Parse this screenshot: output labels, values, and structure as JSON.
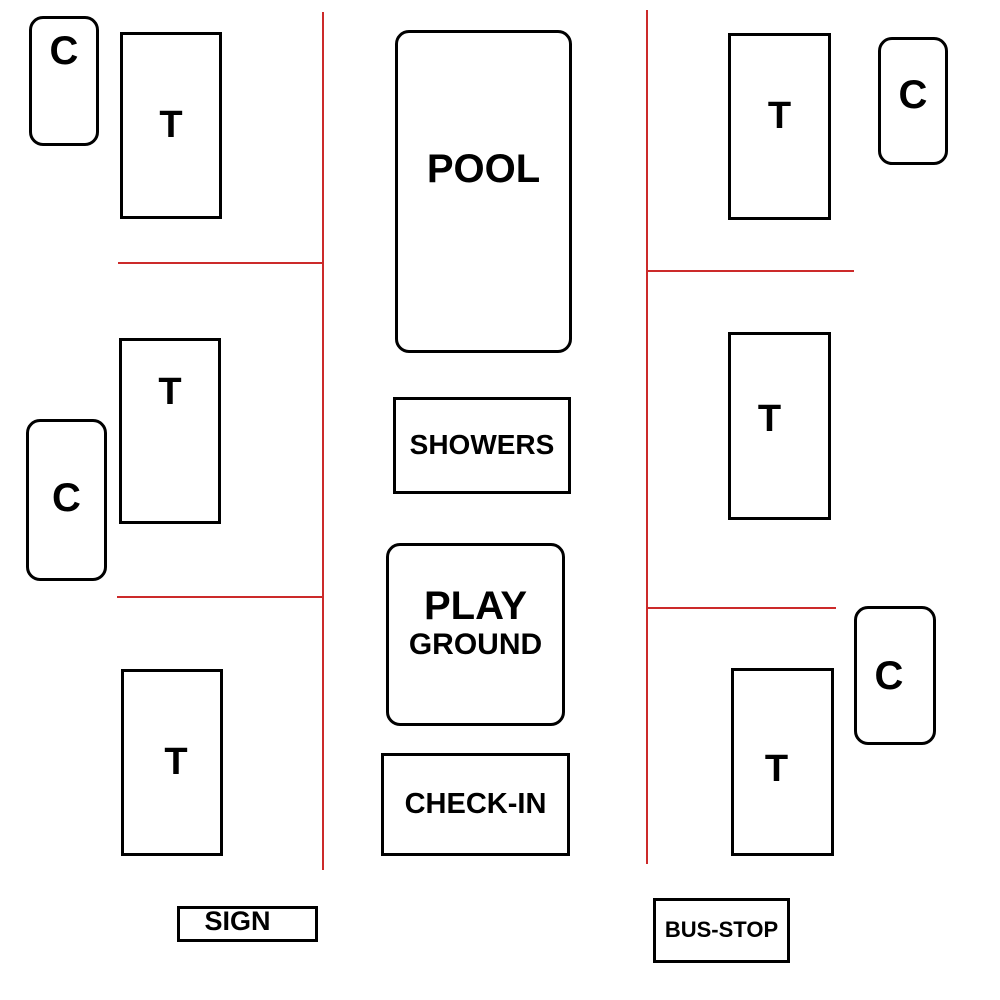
{
  "colors": {
    "path": "#cc2a2a",
    "outline": "#000000",
    "background": "#ffffff"
  },
  "tents": {
    "left": [
      "T",
      "T",
      "T"
    ],
    "right": [
      "T",
      "T",
      "T"
    ]
  },
  "cars": {
    "left": [
      "C",
      "C"
    ],
    "right": [
      "C",
      "C"
    ]
  },
  "facilities": {
    "pool": "POOL",
    "showers": "SHOWERS",
    "playground_line1": "PLAY",
    "playground_line2": "GROUND",
    "checkin": "CHECK-IN",
    "sign": "SIGN",
    "bus_stop": "BUS-STOP"
  }
}
